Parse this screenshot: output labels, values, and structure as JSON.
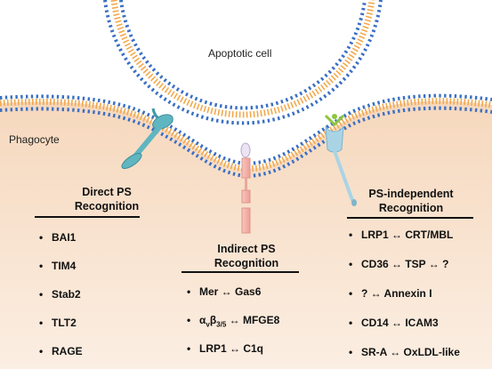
{
  "labels": {
    "apoptotic_cell": "Apoptotic cell",
    "phagocyte": "Phagocyte"
  },
  "columns": {
    "direct": {
      "title_line1": "Direct PS",
      "title_line2": "Recognition",
      "items": [
        "BAI1",
        "TIM4",
        "Stab2",
        "TLT2",
        "RAGE"
      ]
    },
    "indirect": {
      "title_line1": "Indirect PS",
      "title_line2": "Recognition",
      "items": [
        {
          "text": "Mer ↔ Gas6"
        },
        {
          "alpha": "α",
          "alpha_sub": "v",
          "beta": "β",
          "beta_sub": "3/5",
          "rest": " ↔ MFGE8"
        },
        {
          "text": "LRP1 ↔  C1q"
        }
      ]
    },
    "independent": {
      "title_line1": "PS-independent",
      "title_line2": "Recognition",
      "items": [
        "LRP1 ↔ CRT/MBL",
        "CD36 ↔ TSP ↔ ?",
        "? ↔ Annexin I",
        "CD14  ↔ ICAM3",
        "SR-A ↔ OxLDL-like"
      ]
    }
  },
  "colors": {
    "phagocyte_fill": "#f6dcc4",
    "membrane_lipid": "#f2a94d",
    "head_blue": "#3a6fc4",
    "receptor_teal": "#5fb6c0",
    "receptor_pink": "#f4b8b0",
    "receptor_lightblue": "#a9d4e6",
    "ps_green": "#8cc63f"
  },
  "bullet": "•"
}
